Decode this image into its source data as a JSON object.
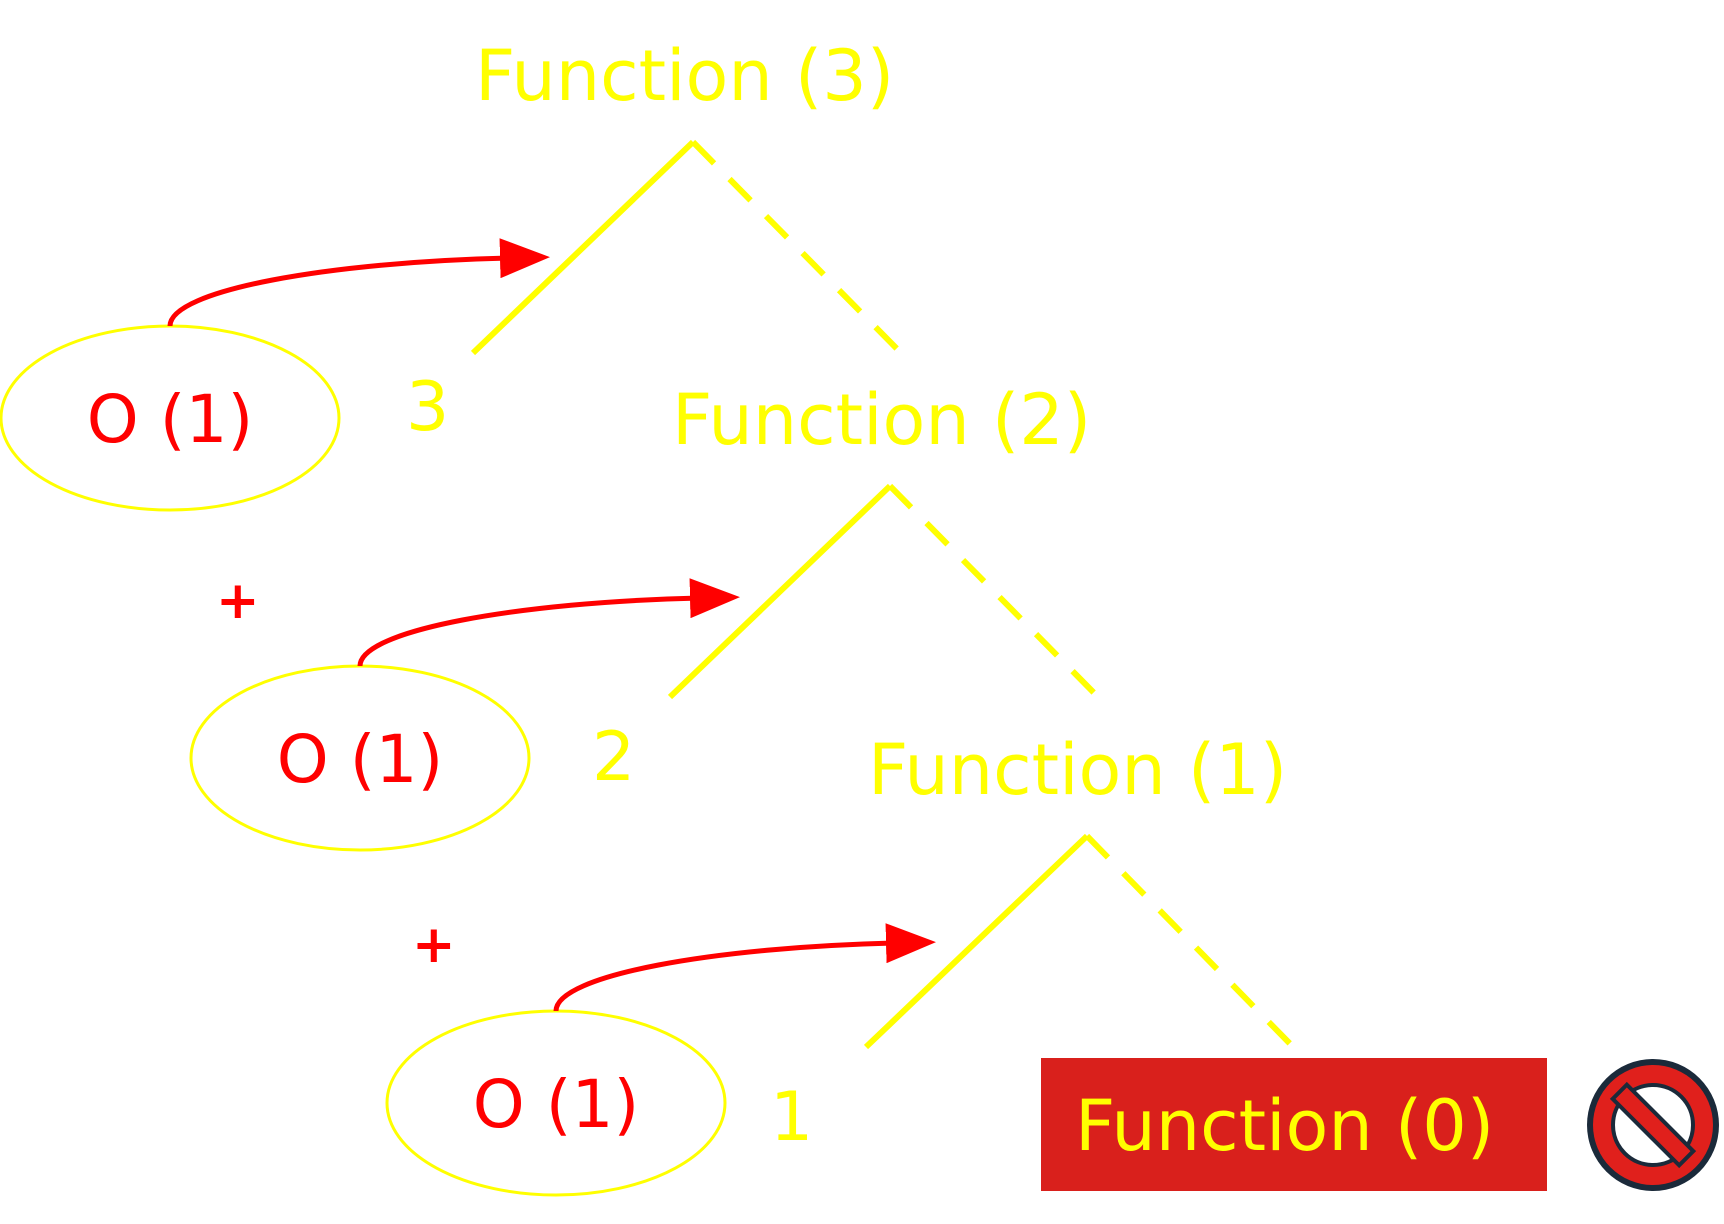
{
  "colors": {
    "yellow": "#ffff00",
    "red": "#ff0000",
    "box_red": "#d9201c",
    "background": "#ffffff",
    "icon_outline": "#1b2a3a"
  },
  "nodes": [
    {
      "label": "Function (3)"
    },
    {
      "label": "Function (2)"
    },
    {
      "label": "Function (1)"
    },
    {
      "label": "Function (0)"
    }
  ],
  "costs": [
    {
      "label": "O (1)"
    },
    {
      "label": "O (1)"
    },
    {
      "label": "O (1)"
    }
  ],
  "argument_values": [
    "3",
    "2",
    "1"
  ],
  "plus_signs": [
    "+",
    "+"
  ],
  "base_case_icon": "prohibited-icon"
}
